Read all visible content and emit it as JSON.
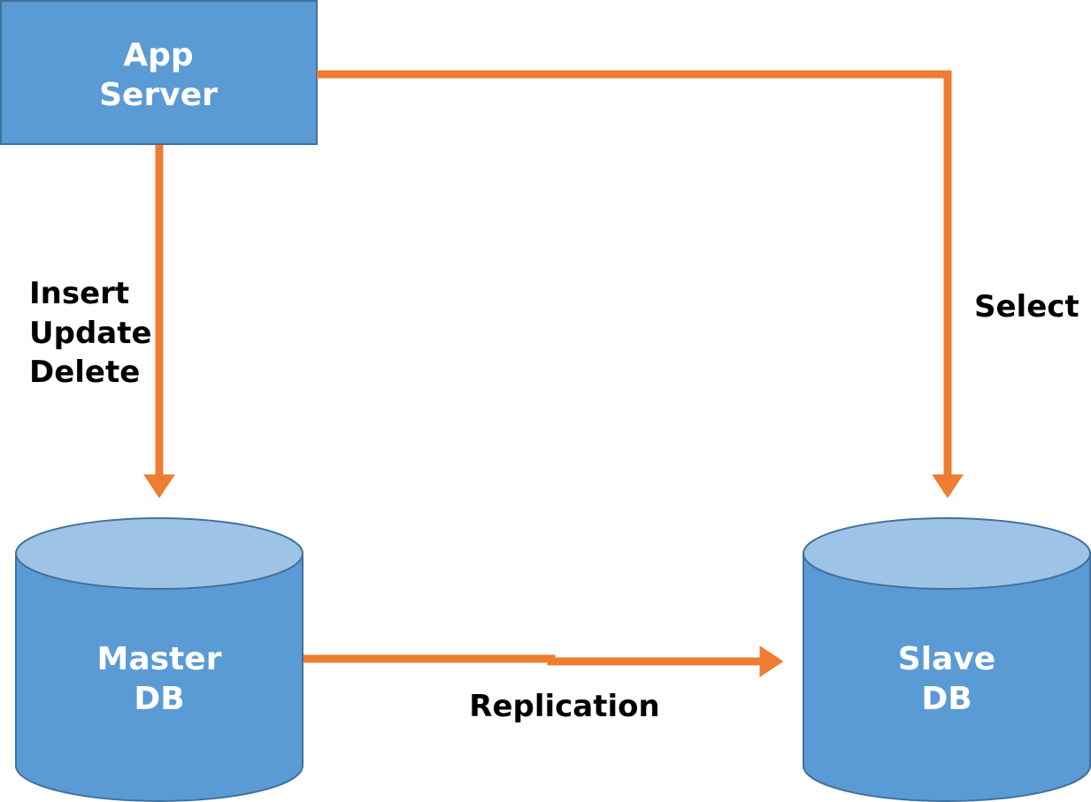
{
  "colors": {
    "node_fill": "#5b9bd5",
    "node_stroke": "#41719c",
    "cylinder_top_fill": "#9dc3e6",
    "arrow": "#ed7d31",
    "node_text": "#ffffff",
    "label_text": "#000000"
  },
  "nodes": {
    "app_server": {
      "line1": "App",
      "line2": "Server"
    },
    "master_db": {
      "line1": "Master",
      "line2": "DB"
    },
    "slave_db": {
      "line1": "Slave",
      "line2": "DB"
    }
  },
  "edges": {
    "write": {
      "line1": "Insert",
      "line2": "Update",
      "line3": "Delete"
    },
    "read": {
      "label": "Select"
    },
    "replication": {
      "label": "Replication"
    }
  }
}
